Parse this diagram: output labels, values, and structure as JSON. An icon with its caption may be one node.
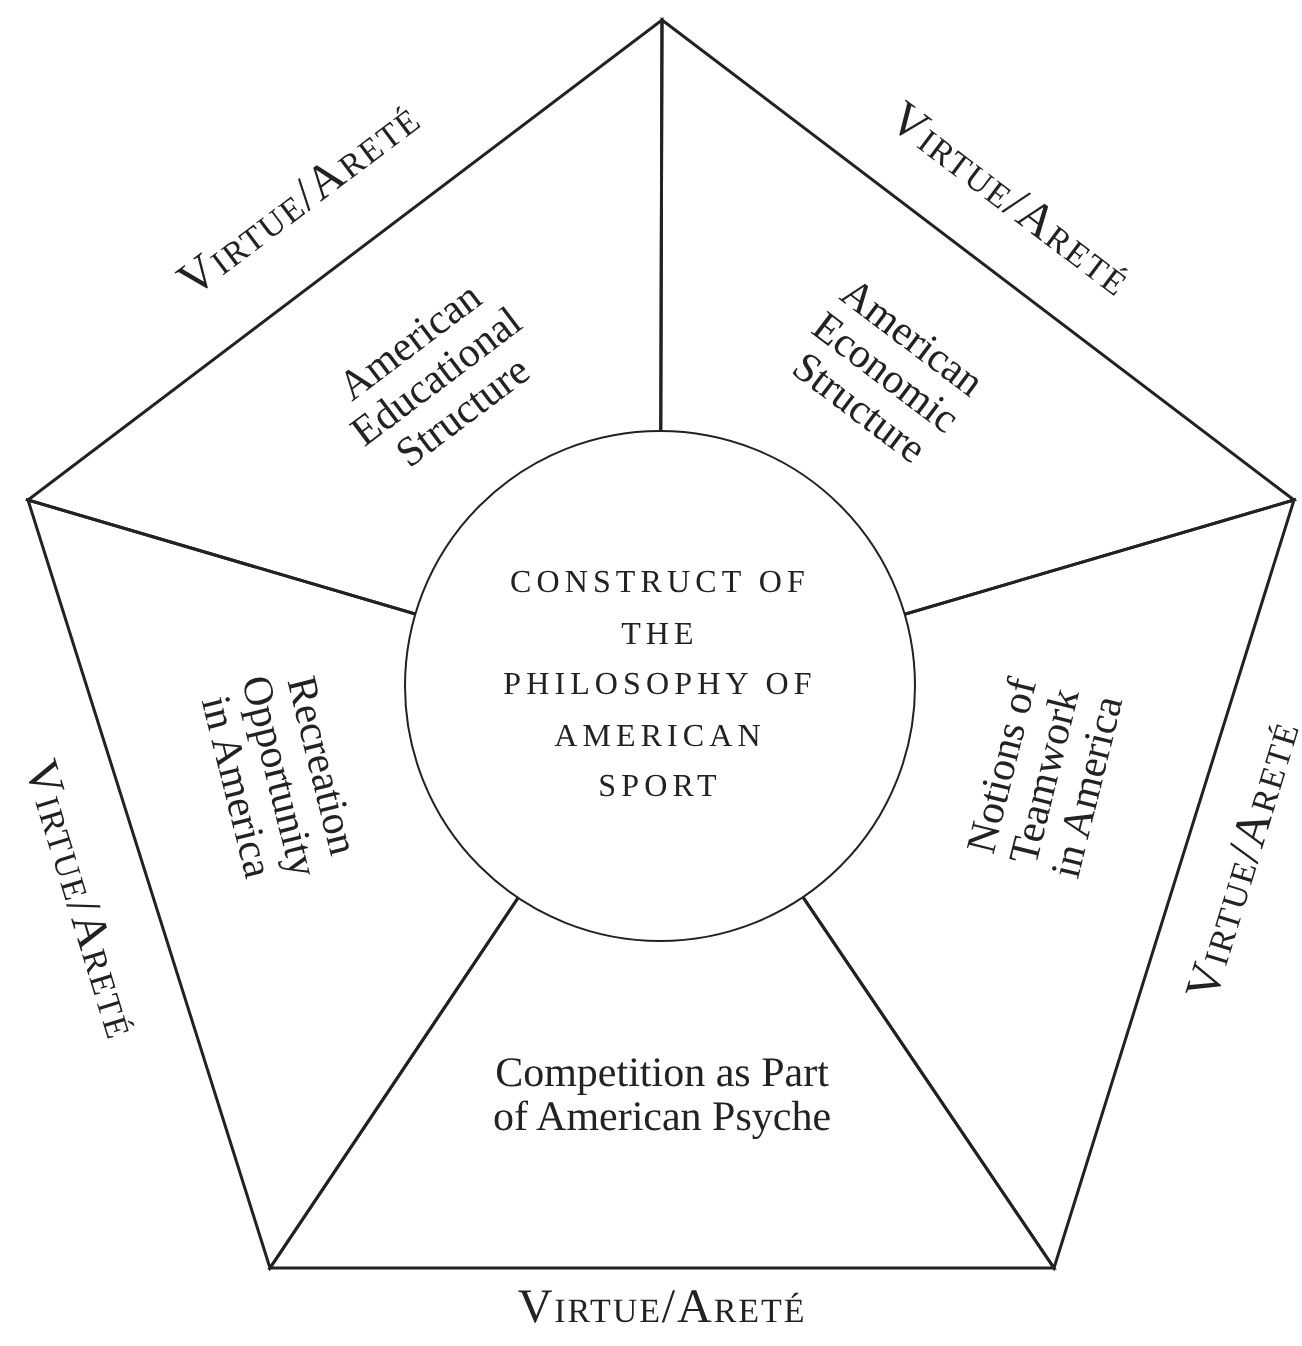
{
  "diagram": {
    "nodes": [
      {
        "text": [
          "American Educational Structure"
        ]
      },
      {
        "text": [
          "American Economic Structure"
        ]
      },
      {
        "text": [
          "Recreation Opportunity in America"
        ]
      },
      {
        "text": [
          "Notions of Teamwork in America"
        ]
      },
      {
        "text": [
          "Competition as Part of American Psyche"
        ]
      },
      {
        "text": [
          "CONSTRUCT OF THE PHILOSOPHY OF AMERICAN SPORT"
        ]
      }
    ],
    "labels": [
      "Virtue/Areté",
      "Virtue/Areté",
      "Virtue/Areté",
      "Virtue/Areté",
      "Virtue/Areté"
    ]
  }
}
